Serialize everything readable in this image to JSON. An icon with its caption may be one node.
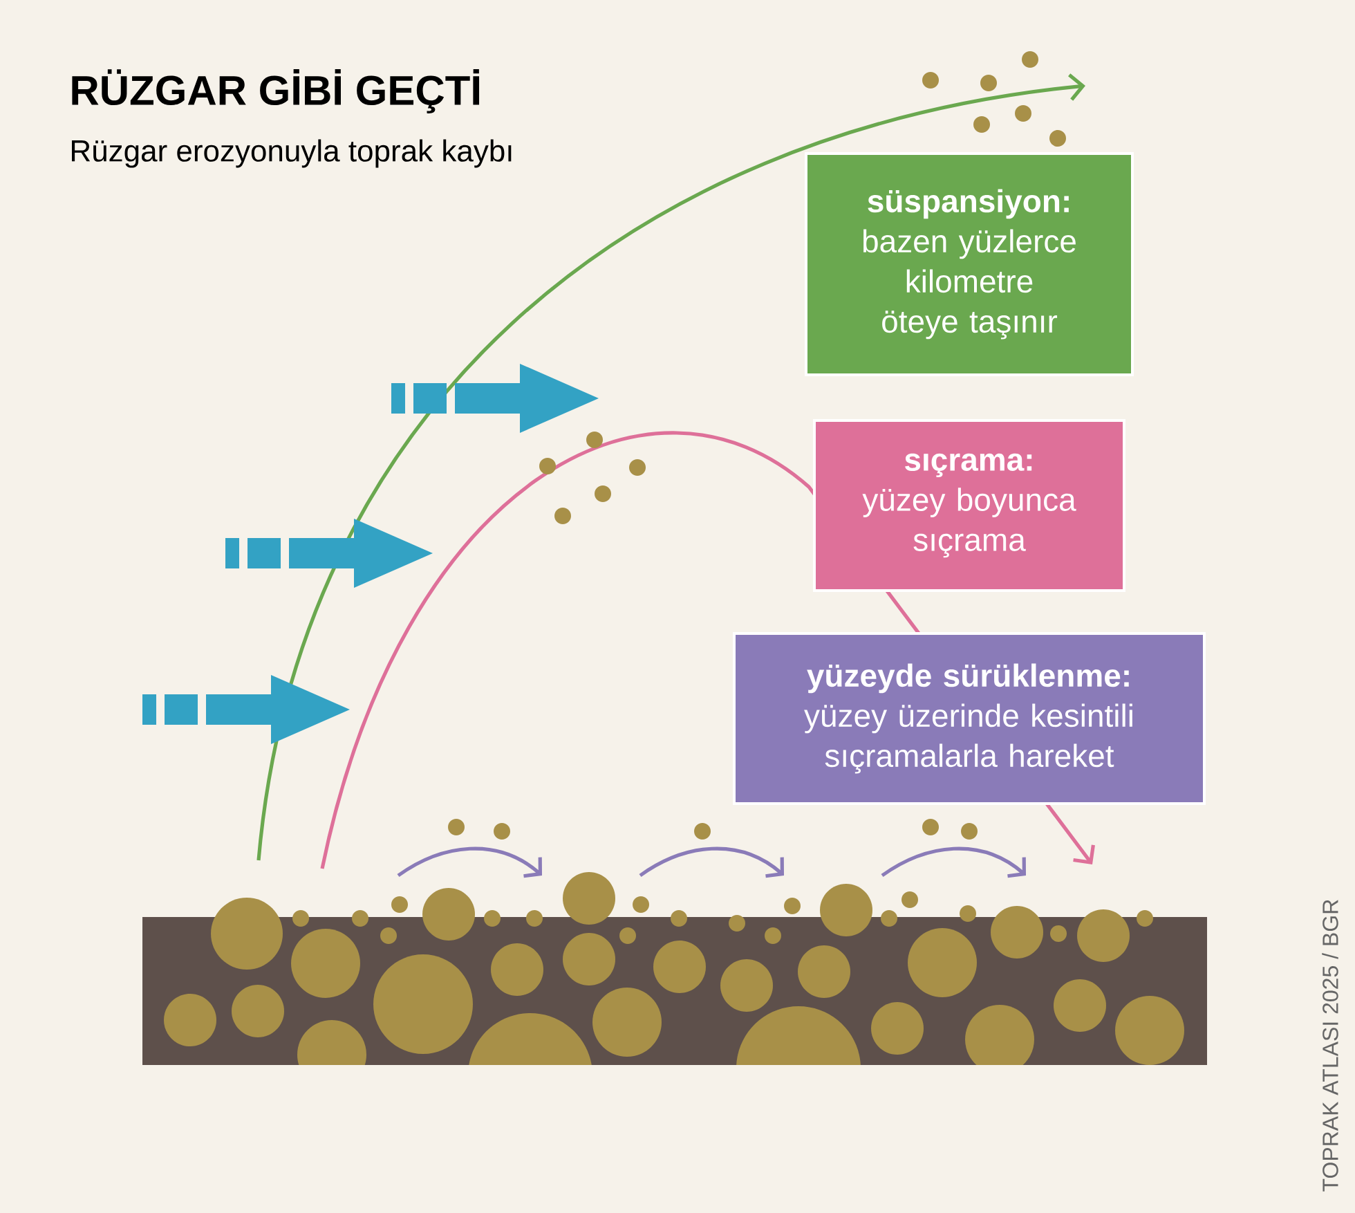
{
  "diagram": {
    "title": "RÜZGAR GİBİ GEÇTİ",
    "caption": "Rüzgar erozyonuyla toprak kaybı",
    "nodes": [
      {
        "text": [
          "süspansiyon:",
          "bazen yüzlerce kilometre öteye taşınır"
        ]
      },
      {
        "text": [
          "sıçrama:",
          "yüzey boyunca sıçrama"
        ]
      },
      {
        "text": [
          "yüzeyde sürüklenme:",
          "yüzey üzerinde kesintili sıçramalarla hareket"
        ]
      }
    ],
    "labels": [
      "TOPRAK ATLASI 2025 / BGR"
    ]
  }
}
